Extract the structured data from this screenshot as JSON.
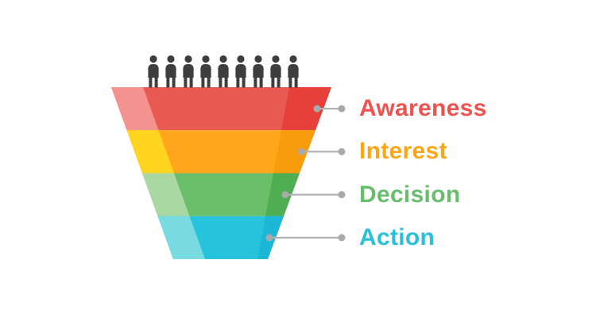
{
  "background_color": "#ffffff",
  "funnel": {
    "type": "funnel",
    "stages": [
      {
        "label": "Awareness",
        "label_color": "#F0534F",
        "fill_main": "#E95A52",
        "fill_light": "#F4928F",
        "fill_edge": "#E7403A"
      },
      {
        "label": "Interest",
        "label_color": "#FFA617",
        "fill_main": "#FFA61C",
        "fill_light": "#FFD51F",
        "fill_edge": "#F99C0B"
      },
      {
        "label": "Decision",
        "label_color": "#69BE6E",
        "fill_main": "#6BBF6A",
        "fill_light": "#AAD8A3",
        "fill_edge": "#4FAE52"
      },
      {
        "label": "Action",
        "label_color": "#2AC0DC",
        "fill_main": "#27C2DB",
        "fill_light": "#79DBE1",
        "fill_edge": "#1CB7D6"
      }
    ],
    "audience": {
      "icon": "person-icon",
      "count": 9,
      "color": "#3E3E3E"
    },
    "connector": {
      "line_color": "#B3B3B3",
      "dot_color": "#A9A9A9"
    }
  }
}
